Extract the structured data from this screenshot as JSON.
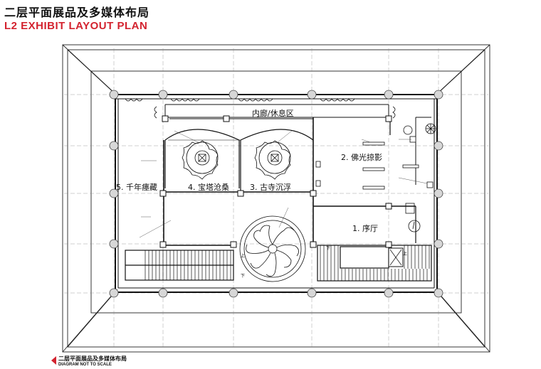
{
  "header": {
    "title_cn": "二层平面展品及多媒体布局",
    "title_en": "L2 EXHIBIT LAYOUT PLAN"
  },
  "rooms": {
    "corridor": "内廊/休息区",
    "r1": "1. 序厅",
    "r2": "2. 佛光掠影",
    "r3": "3. 古寺沉浮",
    "r4": "4. 宝塔沧桑",
    "r5": "5. 千年瘗藏"
  },
  "stair_marks": {
    "up1": "上",
    "down1": "下",
    "up2": "上",
    "down2": "下"
  },
  "footer": {
    "cn": "二层平面展品及多媒体布局",
    "en": "DIAGRAM NOT TO SCALE"
  },
  "colors": {
    "accent": "#d3232f",
    "line": "#111111"
  }
}
